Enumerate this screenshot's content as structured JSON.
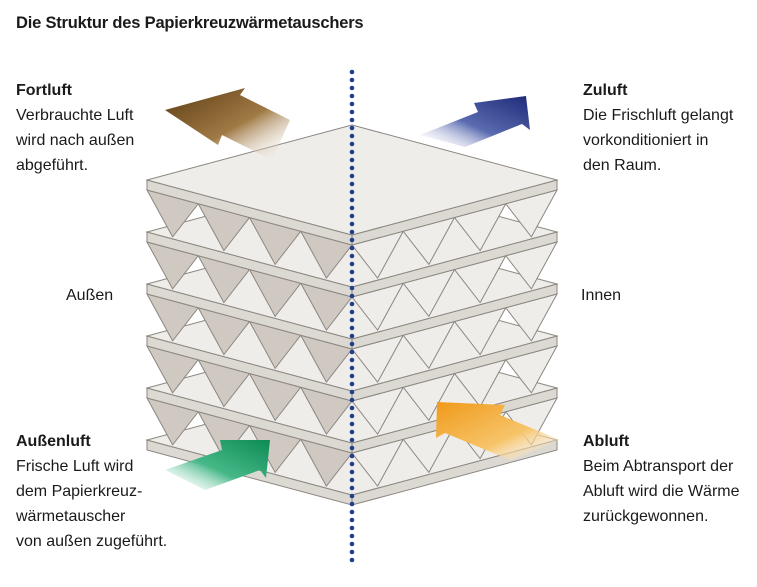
{
  "title": "Die Struktur des Papierkreuzwärmetauschers",
  "labels": {
    "fortluft": {
      "heading": "Fortluft",
      "lines": [
        "Verbrauchte Luft",
        "wird nach außen",
        "abgeführt."
      ]
    },
    "zuluft": {
      "heading": "Zuluft",
      "lines": [
        "Die Frischluft gelangt",
        "vorkonditioniert in",
        "den Raum."
      ]
    },
    "aussenluft": {
      "heading": "Außenluft",
      "lines": [
        "Frische Luft wird",
        "dem Papierkreuz-",
        "wärmetauscher",
        "von außen zugeführt."
      ]
    },
    "abluft": {
      "heading": "Abluft",
      "lines": [
        "Beim Abtransport der",
        "Abluft wird die Wärme",
        "zurückgewonnen."
      ]
    }
  },
  "sides": {
    "left": "Außen",
    "right": "Innen"
  },
  "arrows": {
    "fortluft": {
      "color": "#6b4a1e",
      "icon": "arrow-up-left-icon"
    },
    "zuluft": {
      "color": "#2b3a86",
      "icon": "arrow-up-right-icon"
    },
    "aussenluft": {
      "color": "#129a63",
      "icon": "arrow-up-right-icon"
    },
    "abluft": {
      "color": "#f0a42a",
      "icon": "arrow-up-left-icon"
    }
  },
  "colors": {
    "plate_face": "#efedea",
    "plate_edge": "#dcd8d2",
    "plate_stroke": "#8b8680",
    "corrugation_dark": "#cfc9c1",
    "divider": "#1f3f8c"
  }
}
